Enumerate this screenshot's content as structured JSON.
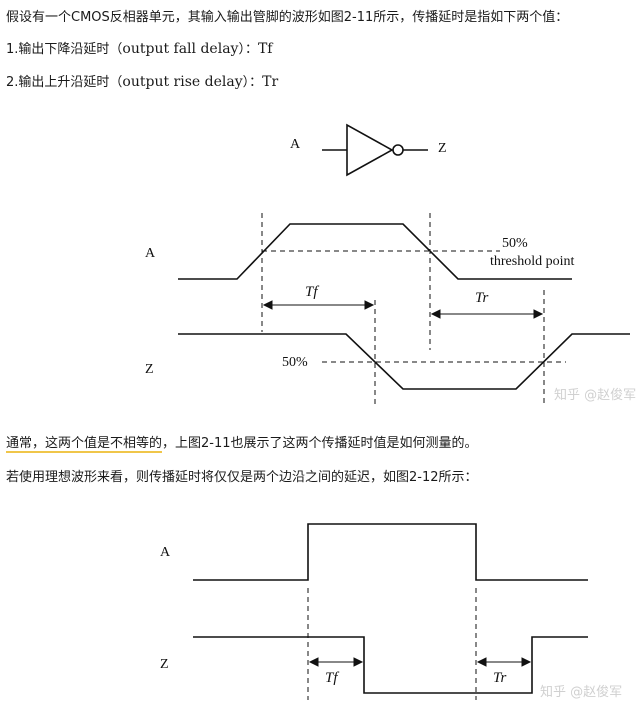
{
  "text": {
    "intro": "假设有一个CMOS反相器单元，其输入输出管脚的波形如图2-11所示，传播延时是指如下两个值：",
    "item1_prefix": "1.输出下降沿延时（",
    "item1_en": "output fall delay",
    "item1_suffix": "）：",
    "item1_sym": "Tf",
    "item2_prefix": "2.输出上升沿延时（",
    "item2_en": "output rise delay",
    "item2_suffix": "）：",
    "item2_sym": "Tr",
    "para1_hl": "通常，这两个值是不相等的",
    "para1_rest": "，上图2-11也展示了这两个传播延时值是如何测量的。",
    "para2": "若使用理想波形来看，则传播延时将仅仅是两个边沿之间的延迟，如图2-12所示："
  },
  "fig1": {
    "gate_in": "A",
    "gate_out": "Z",
    "sig_a": "A",
    "sig_z": "Z",
    "pct_a": "50%",
    "threshold": "threshold point",
    "pct_z": "50%",
    "tf": "Tf",
    "tr": "Tr",
    "watermark": "知乎 @赵俊军"
  },
  "fig2": {
    "sig_a": "A",
    "sig_z": "Z",
    "tf": "Tf",
    "tr": "Tr",
    "watermark": "知乎 @赵俊军"
  }
}
